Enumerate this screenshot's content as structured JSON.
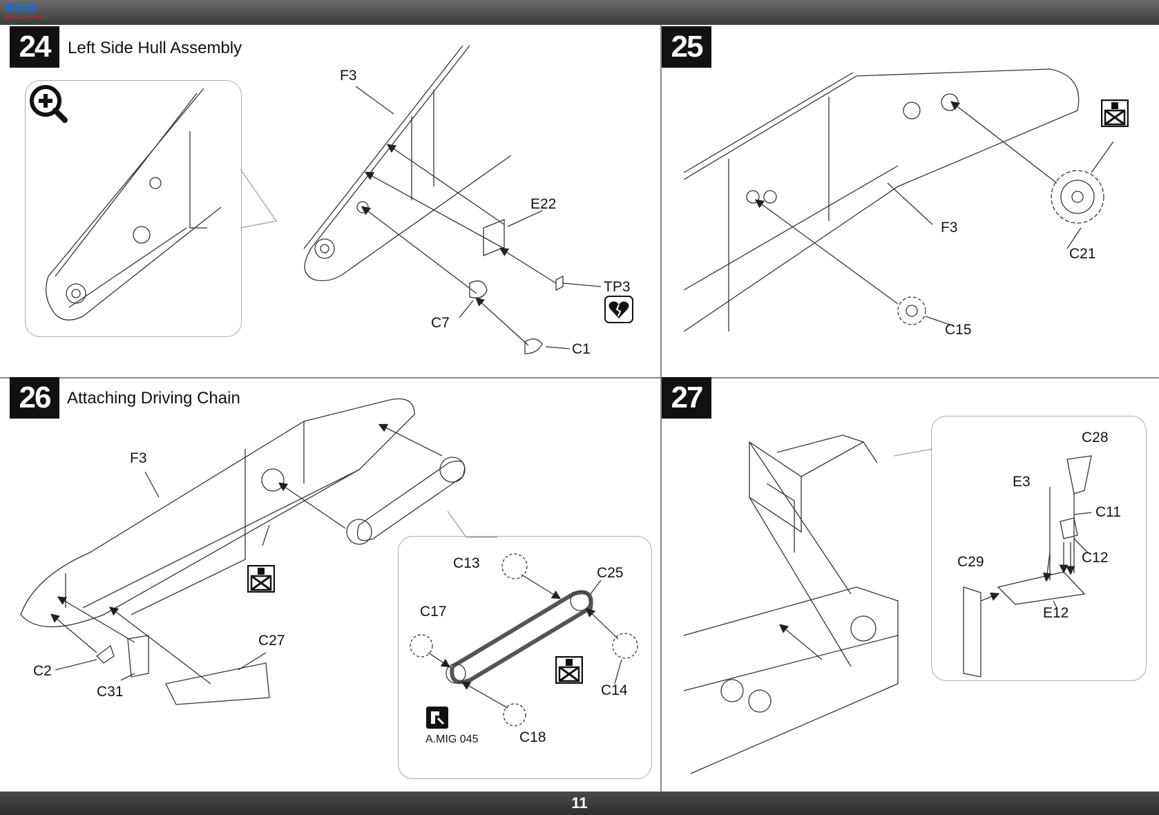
{
  "watermark": {
    "main": "高玩网",
    "sub": "gaoshou.com"
  },
  "page_number": "11",
  "steps": [
    {
      "number": "24",
      "title": "Left Side Hull Assembly",
      "labels": {
        "f3": "F3",
        "e22": "E22",
        "tp3": "TP3",
        "c7": "C7",
        "c1": "C1"
      },
      "icons": [
        "zoom-in-icon",
        "glue-heart-icon"
      ]
    },
    {
      "number": "25",
      "title": "",
      "labels": {
        "f3": "F3",
        "c21": "C21",
        "c15": "C15"
      },
      "icons": [
        "no-glue-icon"
      ]
    },
    {
      "number": "26",
      "title": "Attaching Driving Chain",
      "labels": {
        "f3": "F3",
        "c2": "C2",
        "c31": "C31",
        "c27": "C27",
        "c13": "C13",
        "c25": "C25",
        "c17": "C17",
        "c14": "C14",
        "c18": "C18"
      },
      "paint": "A.MIG 045",
      "icons": [
        "no-glue-icon",
        "paint-icon"
      ]
    },
    {
      "number": "27",
      "title": "",
      "labels": {
        "c28": "C28",
        "e3": "E3",
        "c11": "C11",
        "c12": "C12",
        "c29": "C29",
        "e12": "E12"
      }
    }
  ]
}
